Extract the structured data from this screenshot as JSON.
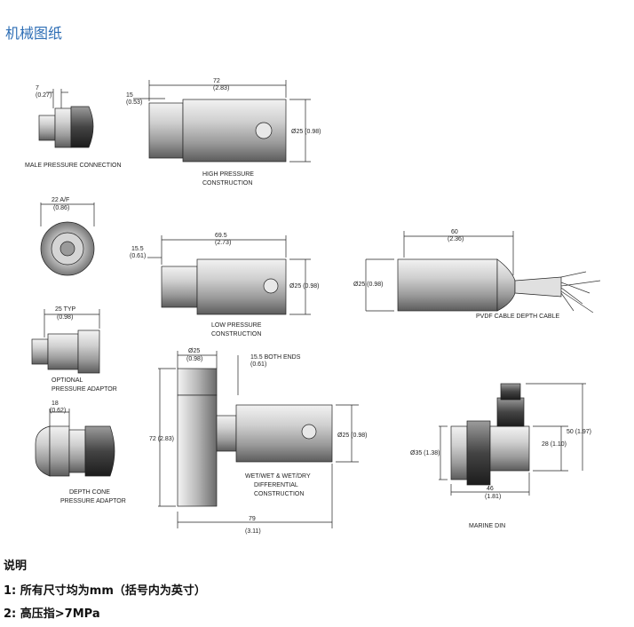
{
  "title": "机械图纸",
  "dims": {
    "d7": "7",
    "d7b": "(0.27)",
    "d15": "15",
    "d15b": "(0.53)",
    "d72": "72",
    "d72b": "(2.83)",
    "dia25": "Ø25 (0.98)",
    "d22": "22  A/F",
    "d22b": "(0.86)",
    "d15_5": "15.5",
    "d15_5b": "(0.61)",
    "d69": "69.5",
    "d69b": "(2.73)",
    "dia25b": "Ø25 (0.98)",
    "d60": "60",
    "d60b": "(2.36)",
    "dia25c": "Ø25 (0.98)",
    "d25typ": "25  TYP",
    "d25typb": "(0.98)",
    "dia25top": "Ø25",
    "dia25topb": "(0.98)",
    "d15_5both": "15.5   BOTH ENDS",
    "d15_5bothb": "(0.61)",
    "d72v": "72  (2.83)",
    "dia25d": "Ø25 (0.98)",
    "d79": "79",
    "d79b": "(3.11)",
    "d18": "18",
    "d18b": "(0.62)",
    "dia35": "Ø35 (1.38)",
    "d46": "46",
    "d46b": "(1.81)",
    "d28": "28 (1.10)",
    "d50": "50 (1.97)"
  },
  "labels": {
    "male": "MALE PRESSURE CONNECTION",
    "high1": "HIGH PRESSURE",
    "high2": "CONSTRUCTION",
    "low1": "LOW PRESSURE",
    "low2": "CONSTRUCTION",
    "pvdf": "PVDF CABLE DEPTH CABLE",
    "opt1": "OPTIONAL",
    "opt2": "PRESSURE ADAPTOR",
    "wet1": "WET/WET & WET/DRY",
    "wet2": "DIFFERENTIAL",
    "wet3": "CONSTRUCTION",
    "depth1": "DEPTH CONE",
    "depth2": "PRESSURE ADAPTOR",
    "marine": "MARINE DIN"
  },
  "notes": {
    "heading": "说明",
    "n1": "1:  所有尺寸均为mm（括号内为英寸）",
    "n2": "2:  高压指>7MPa"
  }
}
